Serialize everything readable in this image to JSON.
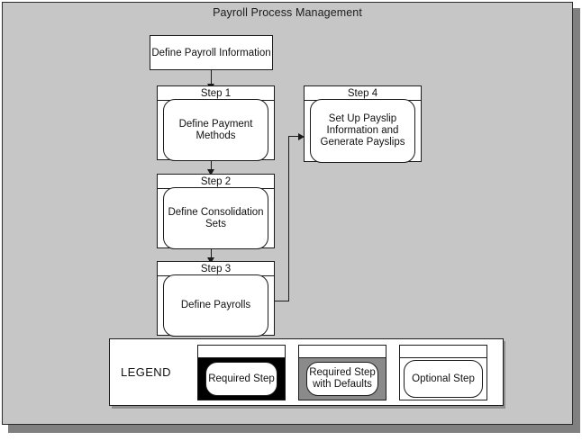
{
  "diagram": {
    "title": "Payroll Process Management",
    "type": "flowchart",
    "panel_bg": "#c6c6c6",
    "shadow_color": "#808080",
    "line_color": "#1b1b1b"
  },
  "start_node": {
    "label": "Define Payroll Information",
    "style": "plain"
  },
  "steps": [
    {
      "id": "step-1",
      "header": "Step 1",
      "label": "Define Payment\nMethods",
      "line1": "Define Payment",
      "line2": "Methods",
      "line3": "",
      "fill": "white",
      "legend_type": "Optional Step"
    },
    {
      "id": "step-2",
      "header": "Step 2",
      "label": "Define Consolidation\nSets",
      "line1": "Define Consolidation",
      "line2": "Sets",
      "line3": "",
      "fill": "white",
      "legend_type": "Optional Step"
    },
    {
      "id": "step-3",
      "header": "Step 3",
      "label": "Define Payrolls",
      "line1": "Define Payrolls",
      "line2": "",
      "line3": "",
      "fill": "white",
      "legend_type": "Optional Step"
    },
    {
      "id": "step-4",
      "header": "Step 4",
      "label": "Set Up Payslip\nInformation and\nGenerate Payslips",
      "line1": "Set Up Payslip",
      "line2": "Information and",
      "line3": "Generate Payslips",
      "fill": "white",
      "legend_type": "Optional Step"
    }
  ],
  "connections": [
    {
      "from": "start_node",
      "to": "step-1",
      "kind": "arrow-down"
    },
    {
      "from": "step-1",
      "to": "step-2",
      "kind": "arrow-down"
    },
    {
      "from": "step-2",
      "to": "step-3",
      "kind": "arrow-down"
    },
    {
      "from": "step-3",
      "to": "step-4",
      "kind": "elbow-right-up"
    }
  ],
  "legend": {
    "title": "LEGEND",
    "items": [
      {
        "label": "Required Step",
        "line1": "Required Step",
        "line2": "",
        "fill": "#000000",
        "fill_name": "black"
      },
      {
        "label": "Required Step with Defaults",
        "line1": "Required Step",
        "line2": "with Defaults",
        "fill": "#8a8a8a",
        "fill_name": "gray"
      },
      {
        "label": "Optional Step",
        "line1": "Optional Step",
        "line2": "",
        "fill": "#ffffff",
        "fill_name": "white"
      }
    ]
  }
}
